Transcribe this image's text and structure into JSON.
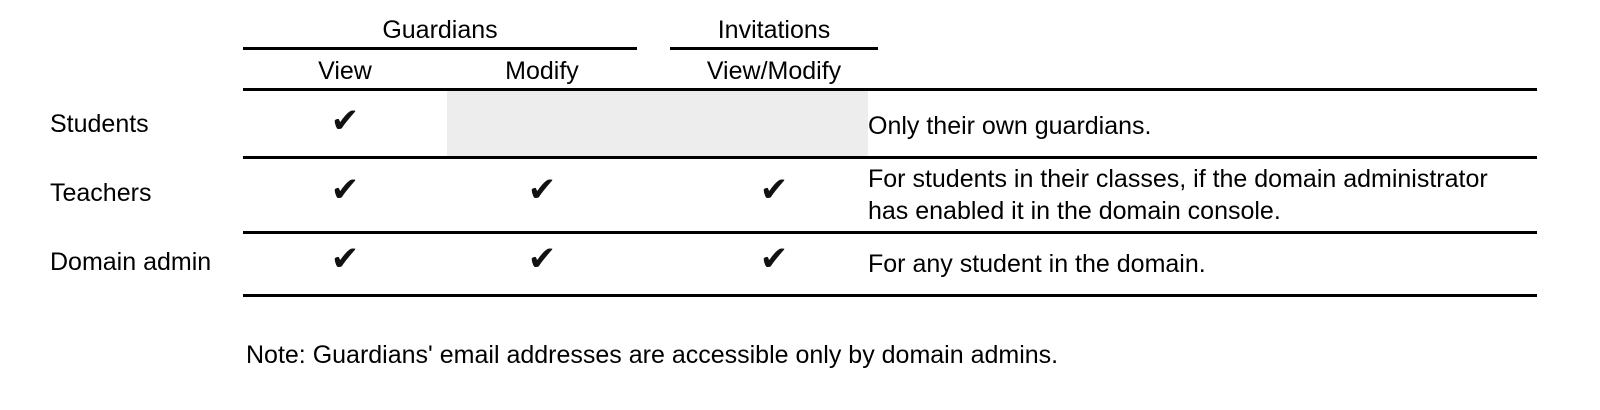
{
  "table": {
    "column_groups": [
      {
        "label": "Guardians",
        "spans": [
          "View",
          "Modify"
        ]
      },
      {
        "label": "Invitations",
        "spans": [
          "View/Modify"
        ]
      }
    ],
    "sub_headers": {
      "guardians_view": "View",
      "guardians_modify": "Modify",
      "invitations_view_modify": "View/Modify"
    },
    "rows": [
      {
        "label": "Students",
        "guardians_view": "✔",
        "guardians_modify": "",
        "invitations": "",
        "shaded": true,
        "description": [
          "Only their own guardians."
        ]
      },
      {
        "label": "Teachers",
        "guardians_view": "✔",
        "guardians_modify": "✔",
        "invitations": "✔",
        "shaded": false,
        "description": [
          "For students in their classes, if the domain administrator",
          "has enabled it in the domain console."
        ]
      },
      {
        "label": "Domain admin",
        "guardians_view": "✔",
        "guardians_modify": "✔",
        "invitations": "✔",
        "shaded": false,
        "description": [
          "For any student in the domain."
        ]
      }
    ]
  },
  "note": "Note: Guardians' email addresses are accessible only by domain admins.",
  "colors": {
    "background": "#ffffff",
    "text": "#000000",
    "rule": "#000000",
    "shaded_cell": "#ededed",
    "checkmark": "#111111"
  }
}
